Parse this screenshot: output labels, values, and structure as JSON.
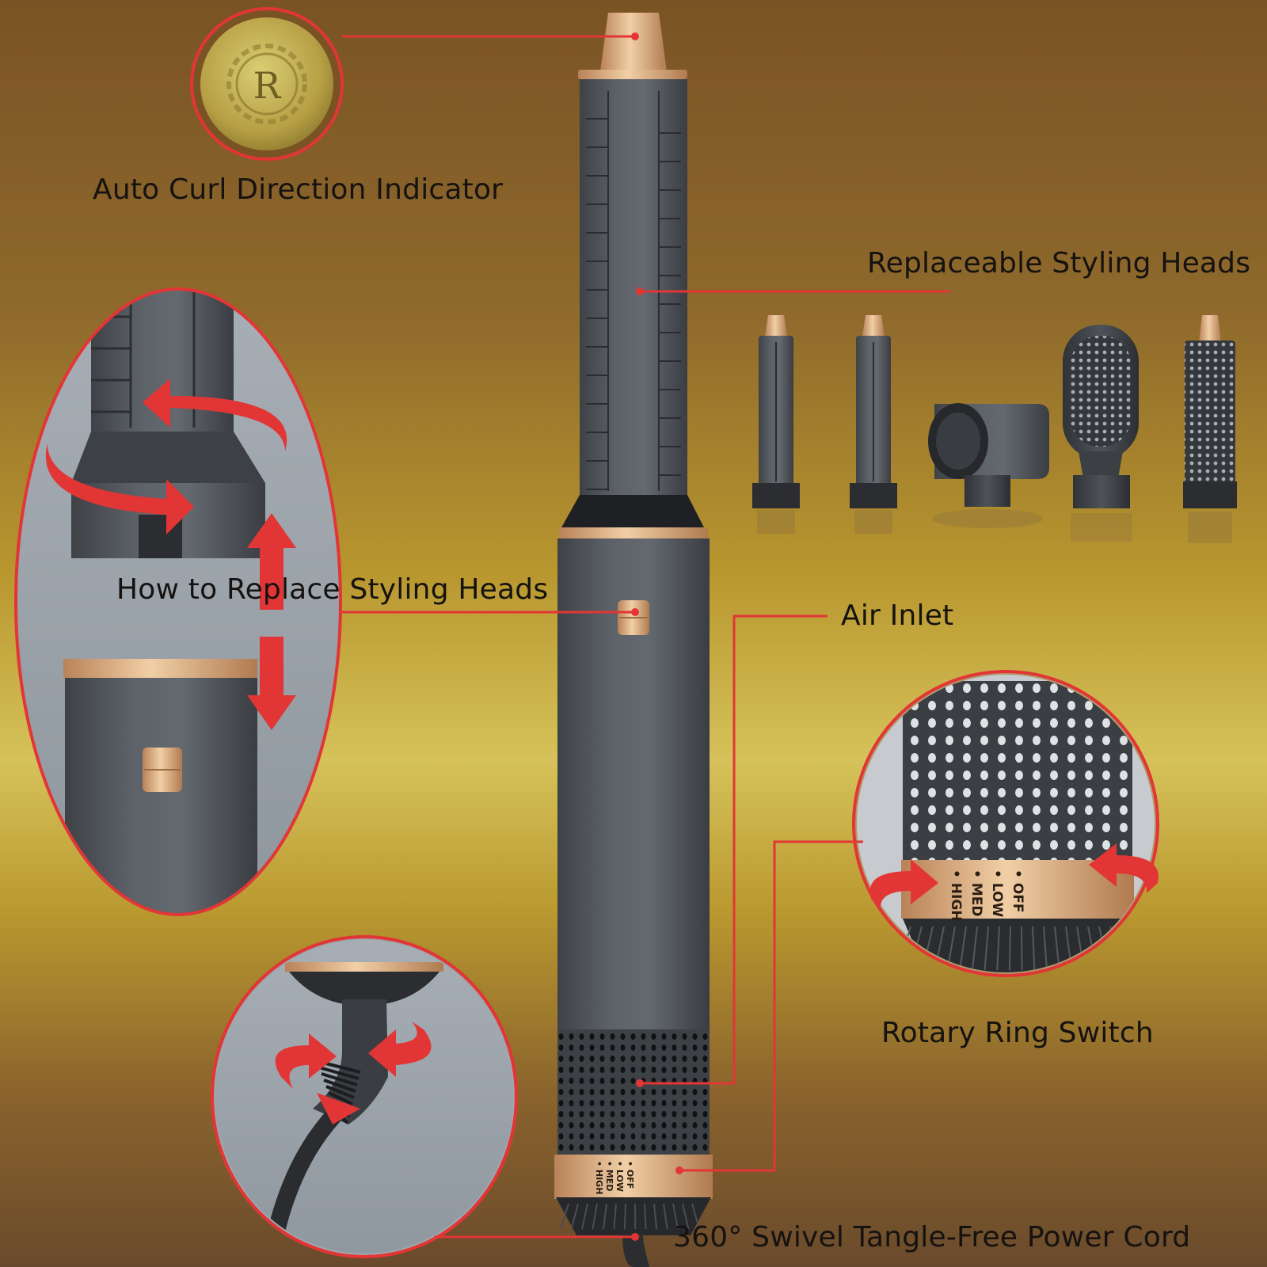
{
  "labels": {
    "auto_curl": "Auto Curl Direction Indicator",
    "replaceable": "Replaceable Styling Heads",
    "how_to_replace": "How to Replace Styling Heads",
    "air_inlet": "Air Inlet",
    "rotary_ring": "Rotary Ring Switch",
    "power_cord": "360° Swivel Tangle-Free Power Cord"
  },
  "logo_letter": "R",
  "speed_settings": [
    "OFF",
    "LOW",
    "MED",
    "HIGH"
  ],
  "attachments": [
    "curling-barrel-left",
    "curling-barrel-right",
    "concentrator-nozzle",
    "paddle-brush",
    "round-brush"
  ],
  "colors": {
    "callout_red": "#e23636",
    "device_gray": "#55595f",
    "gold_trim": "#d8aa78",
    "label_text": "#151210"
  }
}
